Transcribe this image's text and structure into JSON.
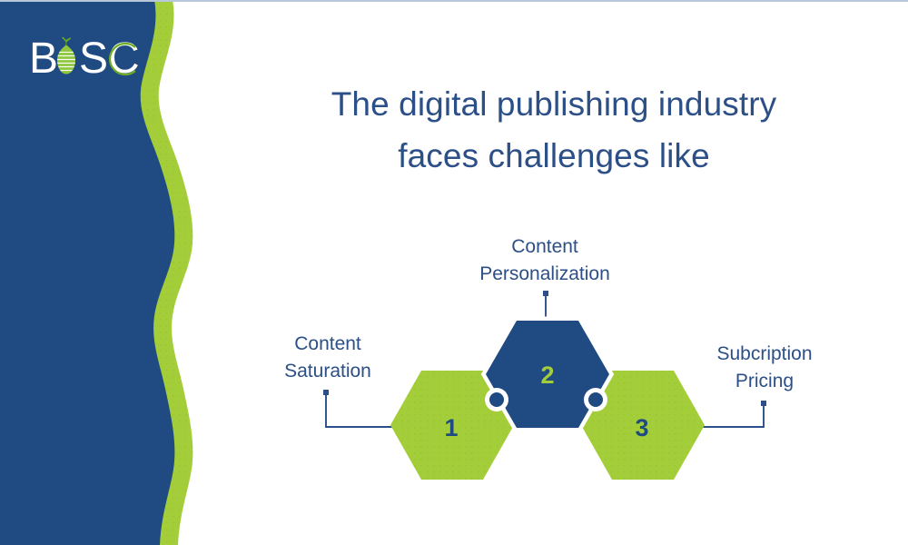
{
  "brand": {
    "logo_text_left": "B",
    "logo_text_right": "SC",
    "logo_name": "BOSC",
    "panel_blue": "#1f4b82",
    "panel_green": "#a8cf38",
    "accent_green": "#a4ce39",
    "accent_blue": "#1f4b82",
    "text_blue": "#2b4f86"
  },
  "headline": {
    "line1": "The digital publishing industry",
    "line2": "faces challenges like",
    "full": "The digital publishing industry faces challenges like",
    "color": "#2b4f86"
  },
  "diagram": {
    "type": "hexagon-chain-infographic",
    "steps": [
      {
        "number": "1",
        "label_line1": "Content",
        "label_line2": "Saturation",
        "label_full": "Content Saturation",
        "fill": "#a4ce39",
        "number_color": "#1f4b82",
        "position": "left"
      },
      {
        "number": "2",
        "label_line1": "Content",
        "label_line2": "Personalization",
        "label_full": "Content Personalization",
        "fill": "#1f4b82",
        "number_color": "#a4ce39",
        "position": "center"
      },
      {
        "number": "3",
        "label_line1": "Subcription",
        "label_line2": "Pricing",
        "label_full": "Subcription Pricing",
        "fill": "#a4ce39",
        "number_color": "#1f4b82",
        "position": "right"
      }
    ],
    "connector_color": "#2b4f86",
    "connector_node_ring": "#ffffff",
    "connector_node_fill": "#1f4b82"
  }
}
